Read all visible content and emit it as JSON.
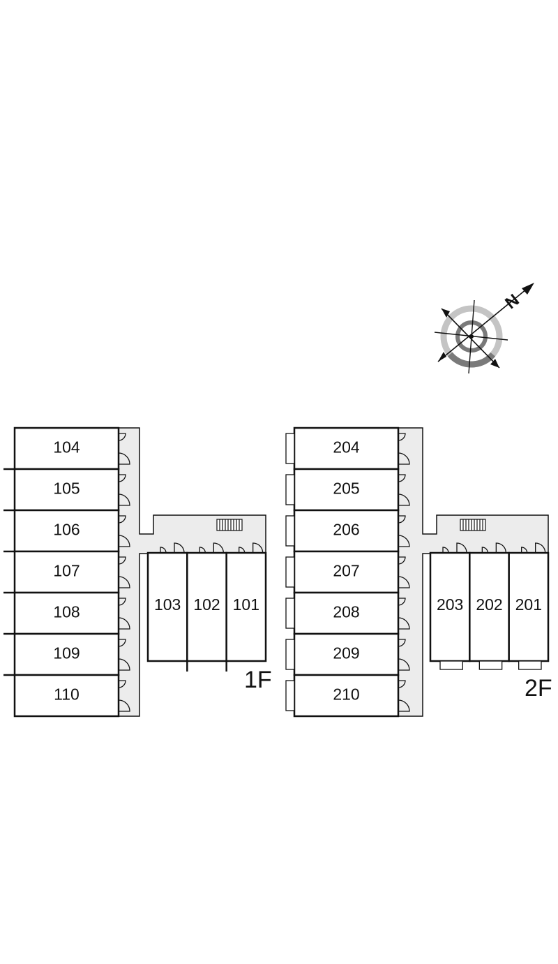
{
  "floors": [
    {
      "label": "1F",
      "left_rooms": [
        "104",
        "105",
        "106",
        "107",
        "108",
        "109",
        "110"
      ],
      "right_rooms": [
        "103",
        "102",
        "101"
      ]
    },
    {
      "label": "2F",
      "left_rooms": [
        "204",
        "205",
        "206",
        "207",
        "208",
        "209",
        "210"
      ],
      "right_rooms": [
        "203",
        "202",
        "201"
      ]
    }
  ],
  "compass": {
    "north_label": "N",
    "icon": "north-arrow-compass-icon"
  },
  "colors": {
    "corridor": "#ececec",
    "wall": "#111111",
    "compass_outer": "#bdbdbd",
    "compass_inner": "#7a7a7a"
  }
}
